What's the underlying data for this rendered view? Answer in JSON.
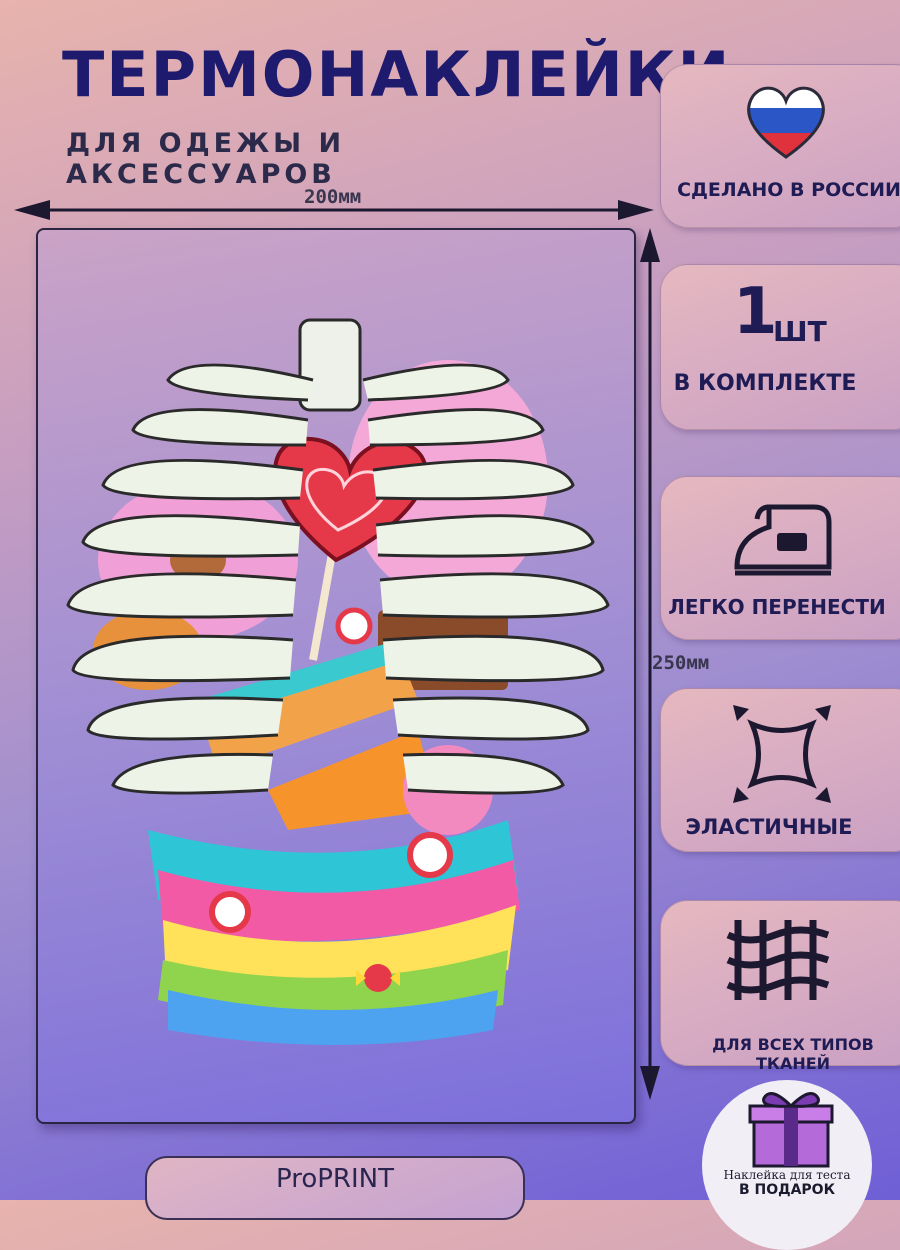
{
  "header": {
    "title": "ТЕРМОНАКЛЕЙКИ",
    "subtitle": "ДЛЯ ОДЕЖЫ И АКСЕССУАРОВ"
  },
  "dimensions": {
    "width_label": "200мм",
    "height_label": "250мм"
  },
  "features": {
    "made_in": "СДЕЛАНО В РОССИИ",
    "count_number": "1",
    "count_unit": "ШТ",
    "count_caption": "В КОМПЛЕКТЕ",
    "iron": "ЛЕГКО ПЕРЕНЕСТИ",
    "elastic": "ЭЛАСТИЧНЫЕ",
    "fabrics": "ДЛЯ ВСЕХ ТИПОВ ТКАНЕЙ"
  },
  "brand": "ProPRINT",
  "gift": {
    "line1": "Наклейка для теста",
    "line2": "В ПОДАРОК"
  },
  "colors": {
    "title": "#1e1b6e",
    "accent_red": "#e53a4a",
    "flag_white": "#ffffff",
    "flag_blue": "#2a56c6",
    "flag_red": "#e0323c"
  }
}
